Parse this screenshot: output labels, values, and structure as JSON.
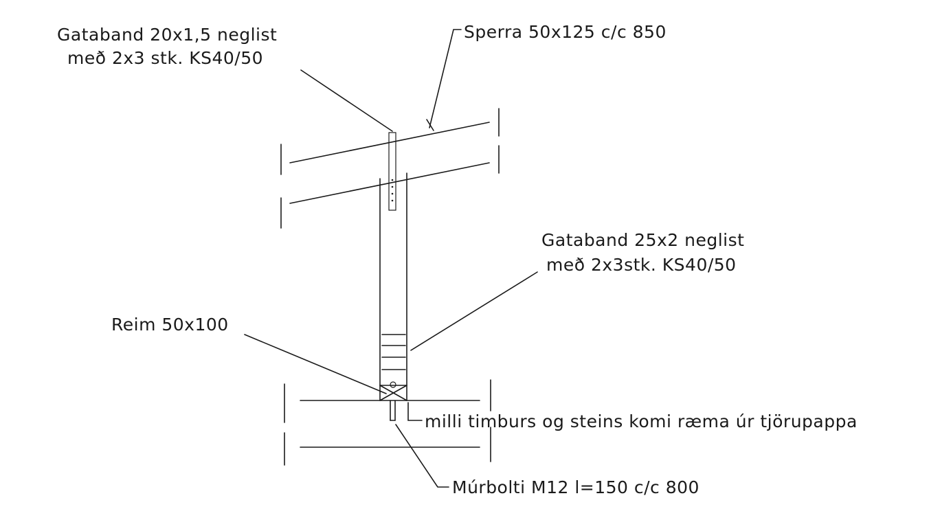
{
  "labels": {
    "strap_top_line1": "Gataband 20x1,5 neglist",
    "strap_top_line2": "með 2x3 stk. KS40/50",
    "rafter": "Sperra 50x125 c/c 850",
    "strap_bottom_line1": "Gataband 25x2 neglist",
    "strap_bottom_line2": "með 2x3stk. KS40/50",
    "plate": "Reim 50x100",
    "damp_course": "milli timburs og steins komi ræma úr tjörupappa",
    "anchor_bolt": "Múrbolti M12 l=150 c/c 800"
  },
  "colors": {
    "ink": "#1a1a1a",
    "paper": "#ffffff"
  }
}
